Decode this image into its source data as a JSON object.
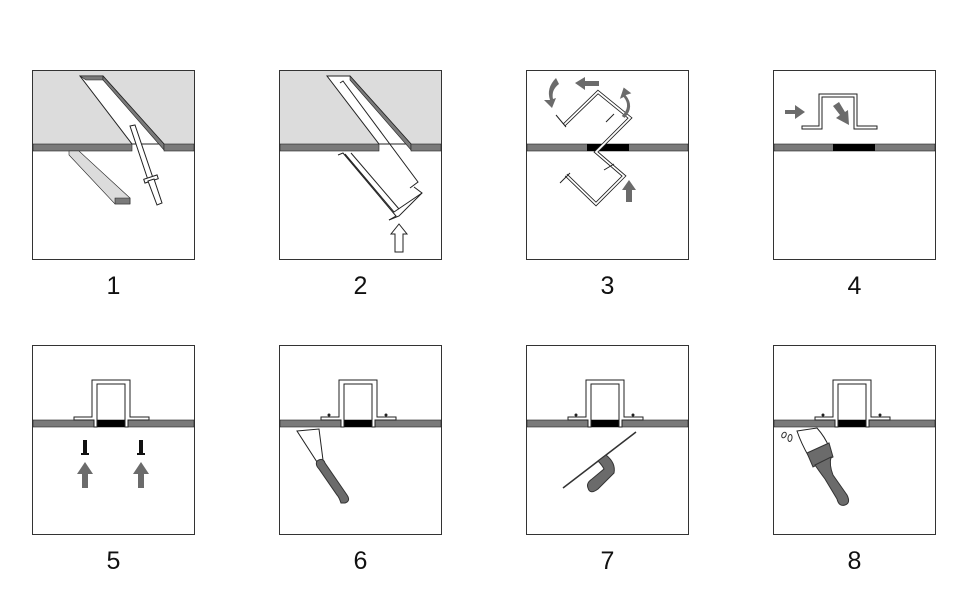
{
  "steps": [
    {
      "label": "1",
      "action": "cut-opening"
    },
    {
      "label": "2",
      "action": "insert-frame"
    },
    {
      "label": "3",
      "action": "rotate-frame"
    },
    {
      "label": "4",
      "action": "seat-frame"
    },
    {
      "label": "5",
      "action": "fasten-screws"
    },
    {
      "label": "6",
      "action": "apply-filler"
    },
    {
      "label": "7",
      "action": "smooth-with-trowel"
    },
    {
      "label": "8",
      "action": "paint"
    }
  ],
  "colors": {
    "ceiling": "#7a7a7a",
    "ceiling_top": "#dcdcdc",
    "filler": "#000000",
    "arrow": "#6b6b6b",
    "border": "#333333"
  }
}
